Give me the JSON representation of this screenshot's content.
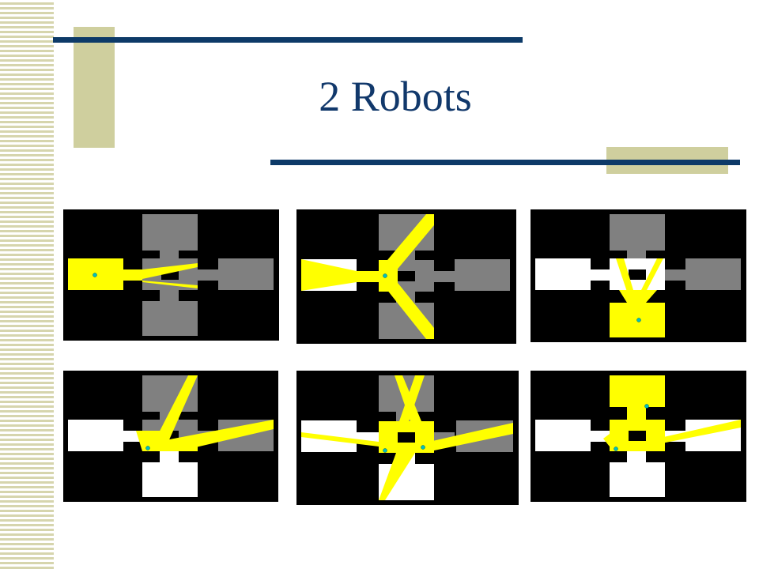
{
  "slide": {
    "title": "2 Robots"
  },
  "colors": {
    "title": "#11386b",
    "accent_rule": "#0d3a68",
    "deco_block": "#cfcf9e",
    "stripe": "#d6d5ad",
    "unexplored_room": "#808080",
    "cleared_room": "#ffffff",
    "visible_region": "#ffff00",
    "robot_marker": "#00b0b0",
    "background": "#000000"
  },
  "panels": [
    {
      "id": "panel-1",
      "description_icon": "floor-map"
    },
    {
      "id": "panel-2",
      "description_icon": "floor-map"
    },
    {
      "id": "panel-3",
      "description_icon": "floor-map"
    },
    {
      "id": "panel-4",
      "description_icon": "floor-map"
    },
    {
      "id": "panel-5",
      "description_icon": "floor-map"
    },
    {
      "id": "panel-6",
      "description_icon": "floor-map"
    }
  ]
}
